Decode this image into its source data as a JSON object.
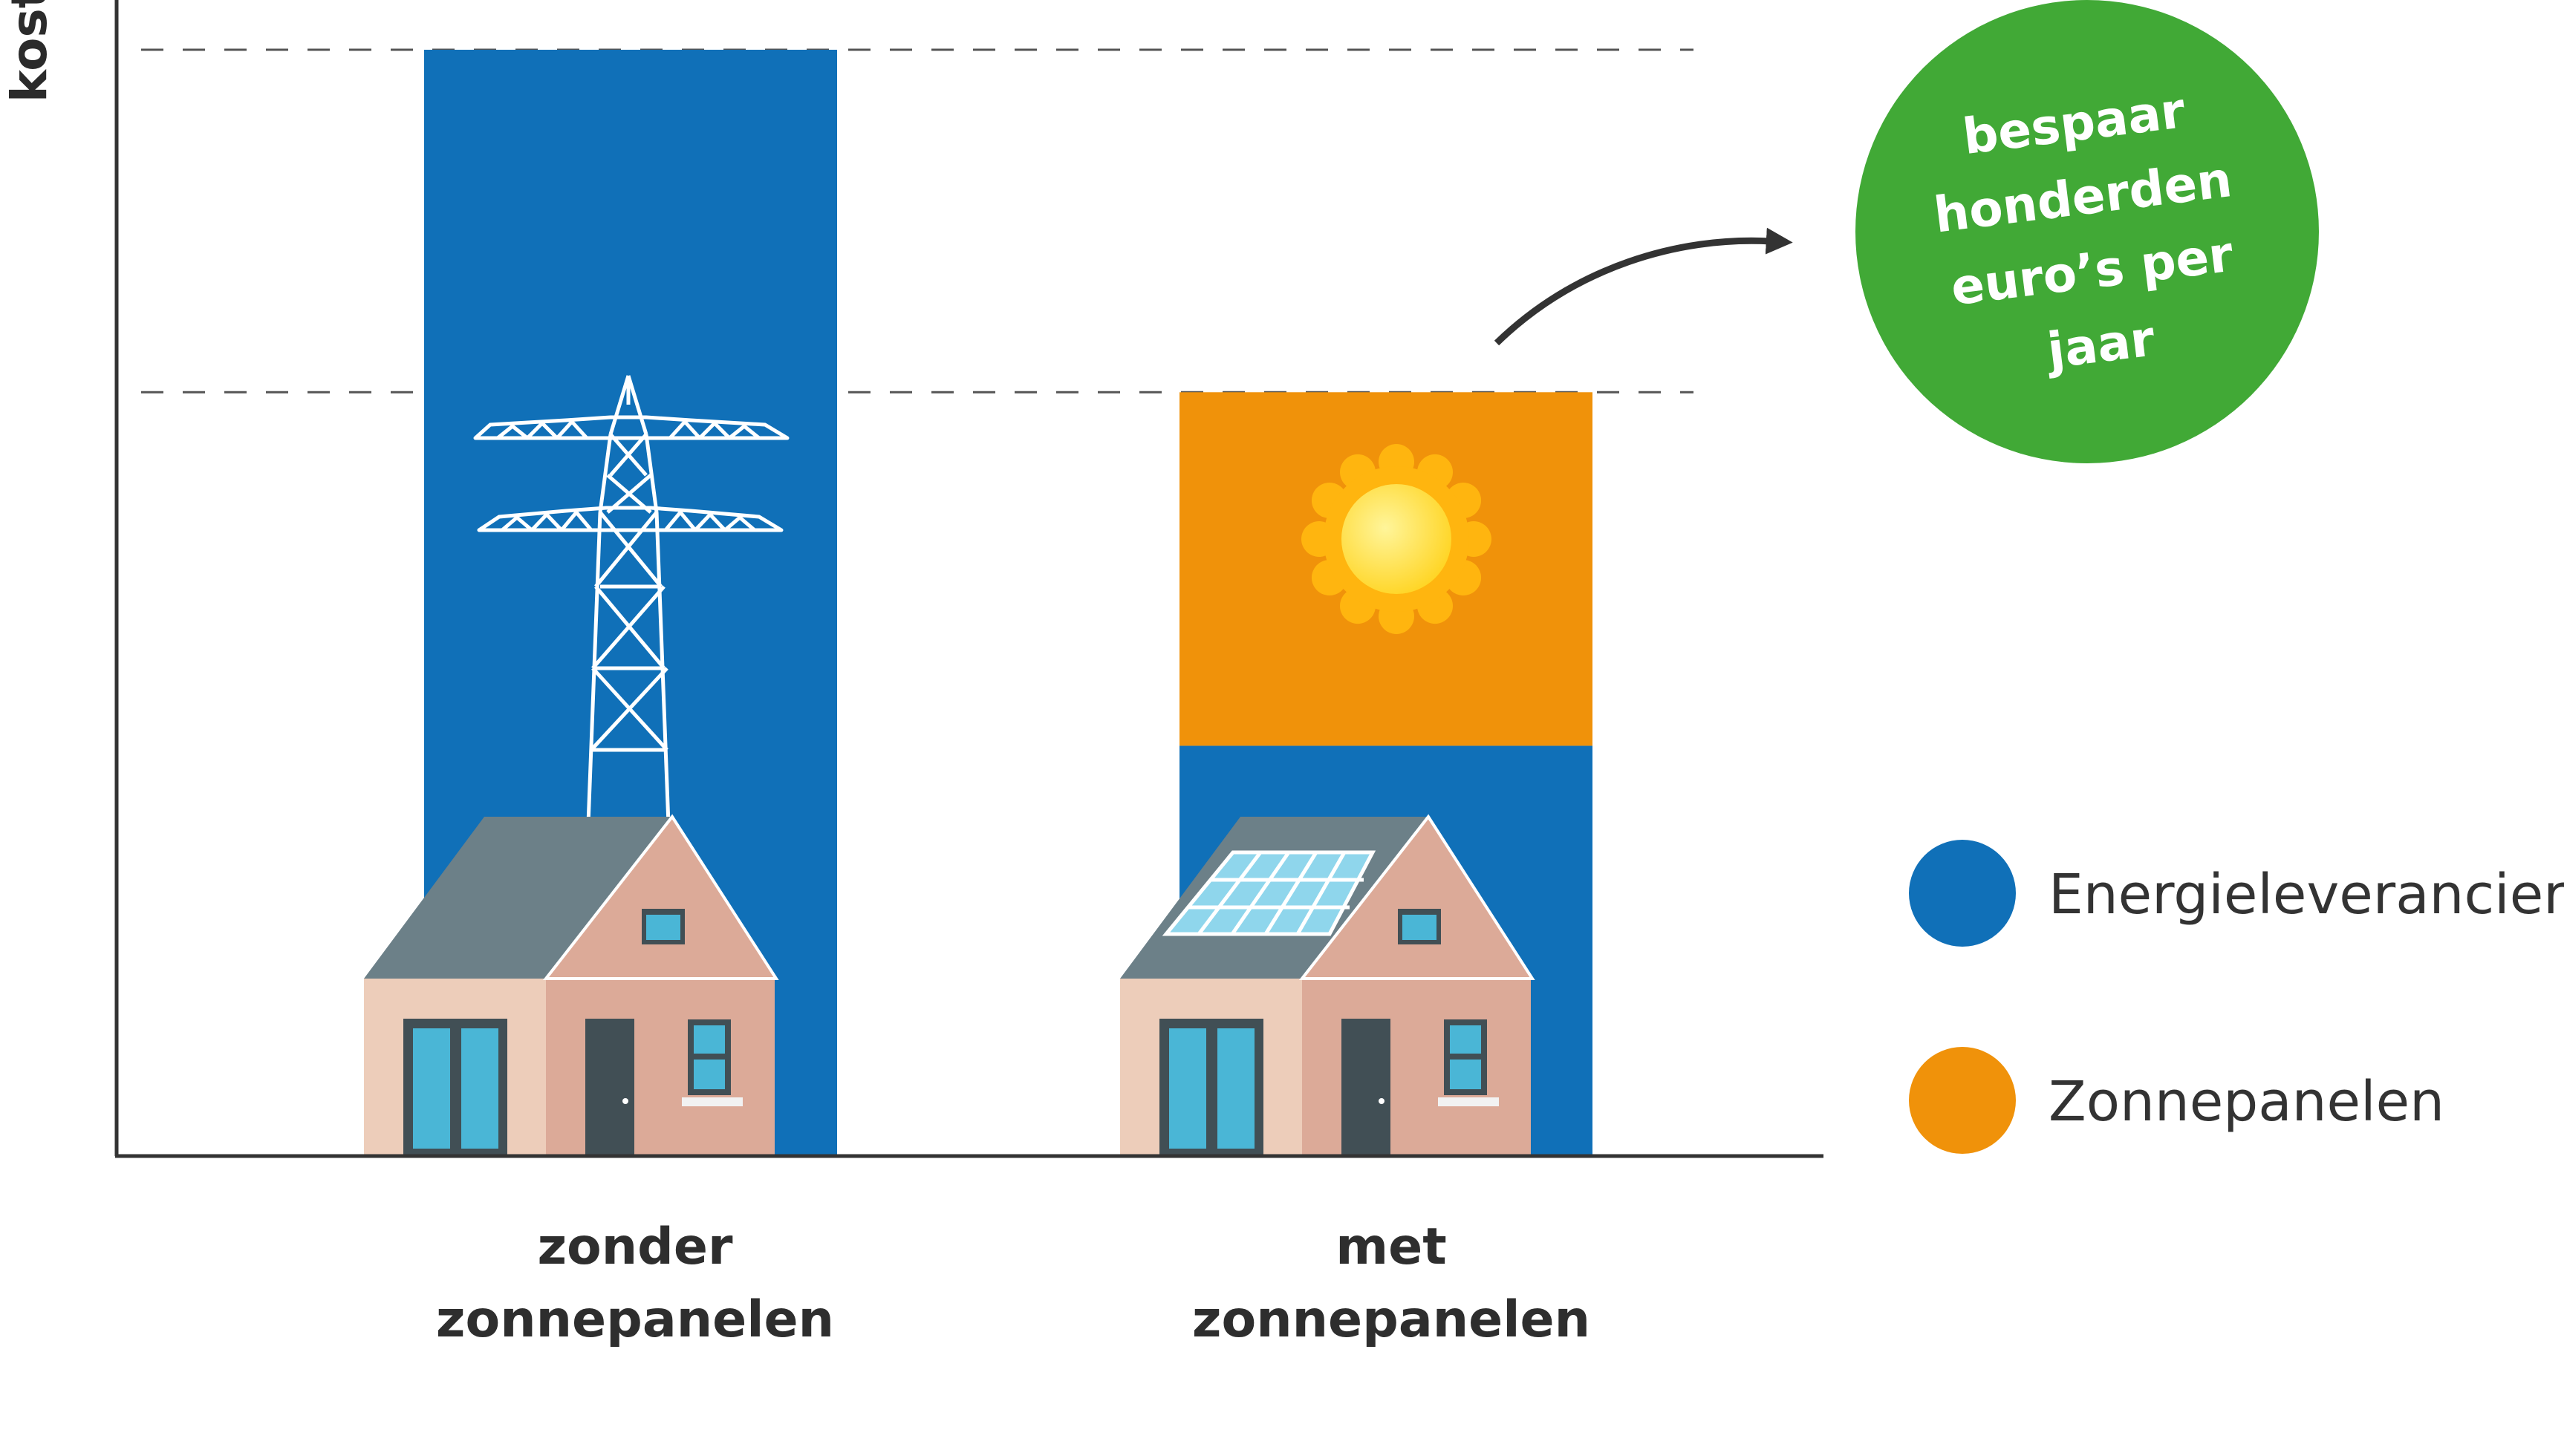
{
  "chart_data": {
    "type": "bar",
    "stacked": true,
    "ylabel": "kosten",
    "categories": [
      "zonder zonnepanelen",
      "met zonnepanelen"
    ],
    "category_lines": [
      [
        "zonder",
        "zonnepanelen"
      ],
      [
        "met",
        "zonnepanelen"
      ]
    ],
    "series": [
      {
        "name": "Energieleverancier",
        "color": "#1070b8",
        "values": [
          100,
          37
        ]
      },
      {
        "name": "Zonnepanelen",
        "color": "#f0920a",
        "values": [
          0,
          32
        ]
      }
    ],
    "ylim": [
      0,
      100
    ],
    "reference_lines": [
      100,
      69
    ],
    "grid": false,
    "legend_position": "right"
  },
  "annotation": {
    "lines": [
      "bespaar",
      "honderden",
      "euro’s per",
      "jaar"
    ],
    "color": "#41a936"
  },
  "icons": [
    "power-pylon-icon",
    "sun-icon",
    "house-icon",
    "house-with-solar-panels-icon"
  ]
}
